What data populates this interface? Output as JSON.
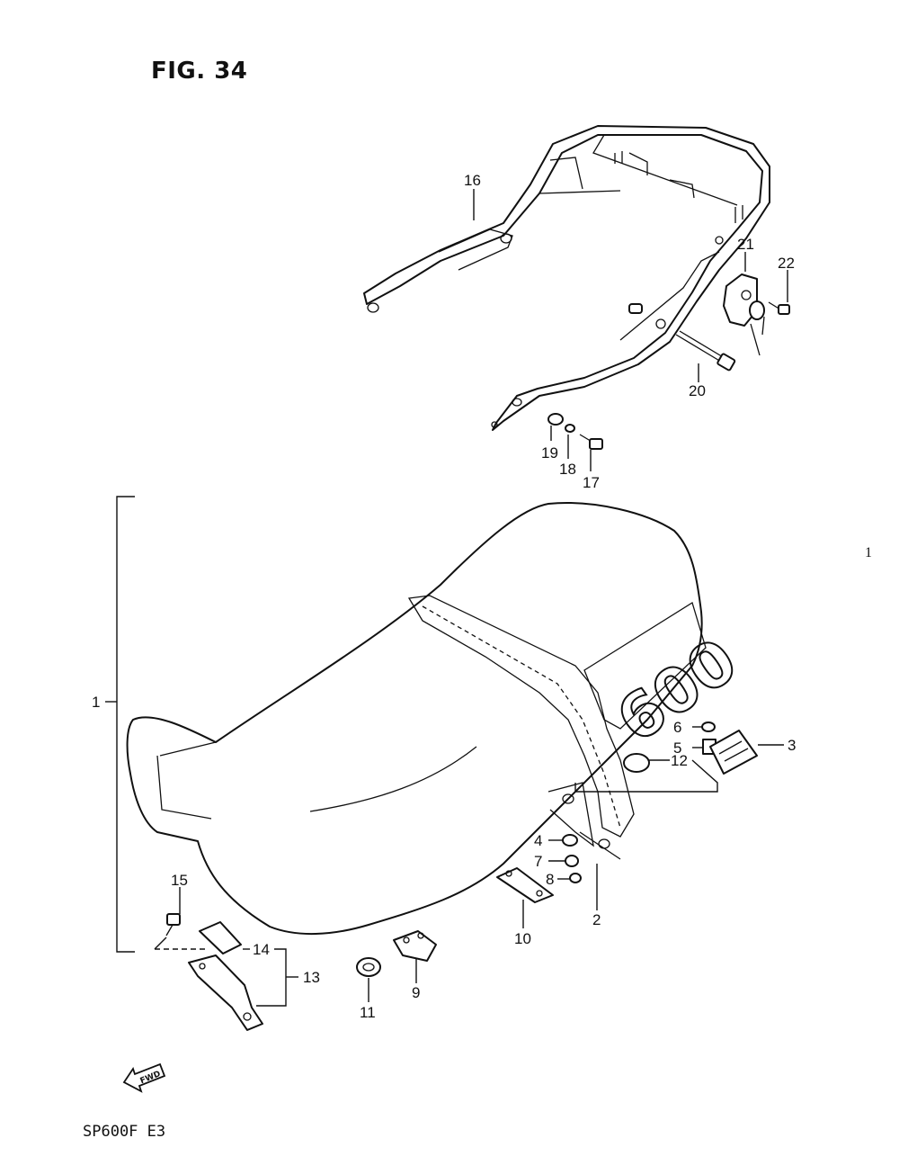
{
  "figure": {
    "title": "FIG. 34",
    "model_code": "SP600F  E3",
    "side_mark": "1"
  },
  "seat_badge": "600",
  "fwd_arrow_label": "FWD",
  "callouts": [
    "1",
    "2",
    "3",
    "4",
    "5",
    "6",
    "7",
    "8",
    "9",
    "10",
    "11",
    "12",
    "13",
    "14",
    "15",
    "16",
    "17",
    "18",
    "19",
    "20",
    "21",
    "22"
  ]
}
